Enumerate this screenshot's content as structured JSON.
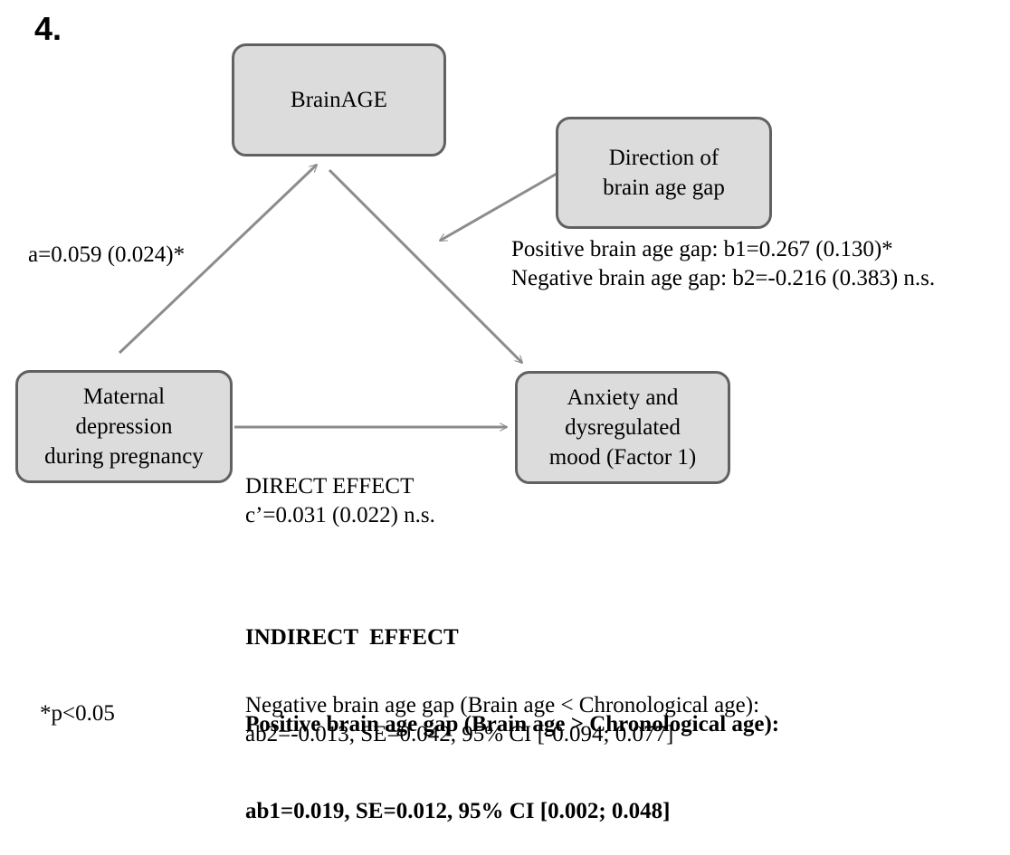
{
  "panel_label": "4.",
  "nodes": {
    "brainage": {
      "lines": [
        "BrainAGE"
      ]
    },
    "direction": {
      "lines": [
        "Direction of",
        "brain age gap"
      ]
    },
    "maternal": {
      "lines": [
        "Maternal",
        "depression",
        "during pregnancy"
      ]
    },
    "anxiety": {
      "lines": [
        "Anxiety and",
        "dysregulated",
        "mood (Factor 1)"
      ]
    }
  },
  "path_a": "a=0.059 (0.024)*",
  "moderator_paths": {
    "positive": "Positive brain age gap: b1=0.267 (0.130)*",
    "negative": "Negative brain age gap: b2=-0.216 (0.383) n.s."
  },
  "direct_effect": {
    "title": "DIRECT EFFECT",
    "value": "c’=0.031 (0.022) n.s."
  },
  "indirect_effect": {
    "title": "INDIRECT  EFFECT",
    "positive_label": "Positive brain age gap (Brain age > Chronological age):",
    "positive_value": "ab1=0.019, SE=0.012, 95% CI [0.002; 0.048]",
    "negative_label": "Negative brain age gap (Brain age < Chronological age):",
    "negative_value": "ab2=-0.013, SE=0.042, 95% CI [-0.094; 0.077]"
  },
  "significance_note": "*p<0.05",
  "colors": {
    "box_fill": "#dcdcdc",
    "box_border": "#616161",
    "arrow": "#8c8c8c"
  }
}
